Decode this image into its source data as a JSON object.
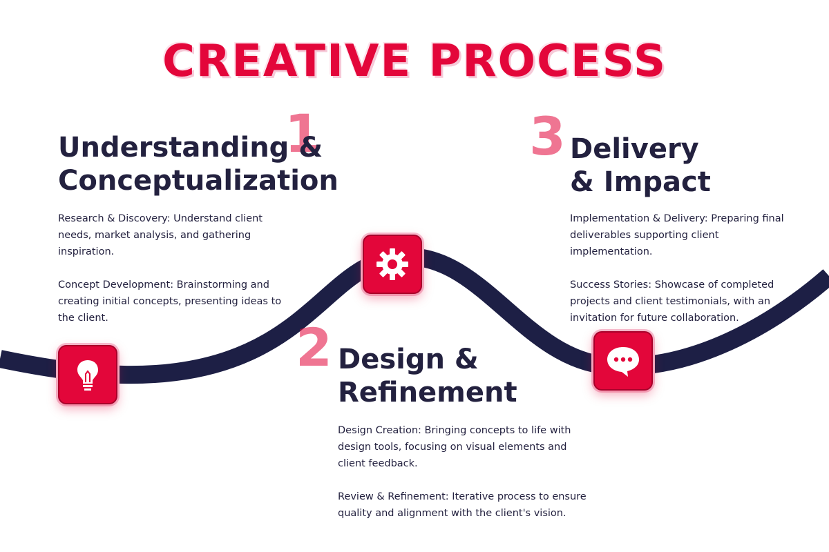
{
  "title": "CREATIVE PROCESS",
  "steps": [
    {
      "number": "1",
      "heading_line1": "Understanding &",
      "heading_line2": "Conceptualization",
      "paragraphs": [
        "Research & Discovery: Understand client needs, market analysis, and gathering inspiration.",
        "Concept Development: Brainstorming and creating initial concepts, presenting ideas to the client."
      ],
      "icon": "lightbulb-icon"
    },
    {
      "number": "2",
      "heading_line1": "Design &",
      "heading_line2": "Refinement",
      "paragraphs": [
        "Design Creation: Bringing concepts to life with design tools, focusing on visual elements and client feedback.",
        "Review & Refinement: Iterative process to ensure quality and alignment with the client's vision."
      ],
      "icon": "gear-icon"
    },
    {
      "number": "3",
      "heading_line1": "Delivery",
      "heading_line2": "& Impact",
      "paragraphs": [
        "Implementation & Delivery: Preparing final deliverables supporting client implementation.",
        "Success Stories: Showcase of completed projects and client testimonials, with an invitation for future collaboration."
      ],
      "icon": "chat-bubble-icon"
    }
  ],
  "colors": {
    "accent": "#e3063a",
    "dark": "#23213f",
    "path": "#1d1f45"
  }
}
